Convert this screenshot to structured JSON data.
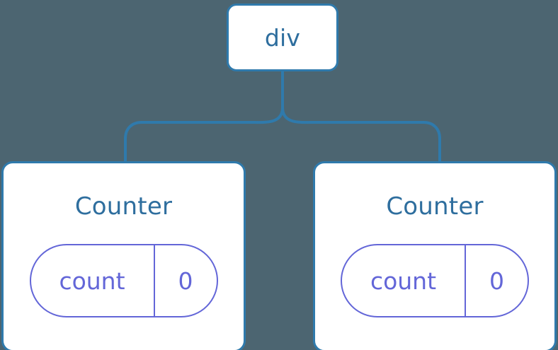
{
  "diagram": {
    "type": "component-tree",
    "background_color": "#4c6571",
    "node_border_color": "#2f7aac",
    "node_fill_color": "#ffffff",
    "title_color": "#2e6e9e",
    "state_color": "#6366d8",
    "connector_color": "#2f7aac"
  },
  "root": {
    "label": "div"
  },
  "children": [
    {
      "label": "Counter",
      "state": {
        "key": "count",
        "value": "0"
      }
    },
    {
      "label": "Counter",
      "state": {
        "key": "count",
        "value": "0"
      }
    }
  ]
}
